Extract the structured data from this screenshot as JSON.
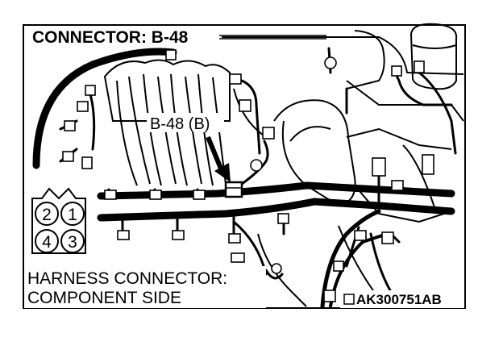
{
  "diagram": {
    "title": "CONNECTOR: B-48",
    "callout": "B-48 (B)",
    "side_label_line1": "HARNESS CONNECTOR:",
    "side_label_line2": "COMPONENT SIDE",
    "figure_code": "AK300751AB",
    "connector_pins": [
      "2",
      "1",
      "4",
      "3"
    ]
  }
}
